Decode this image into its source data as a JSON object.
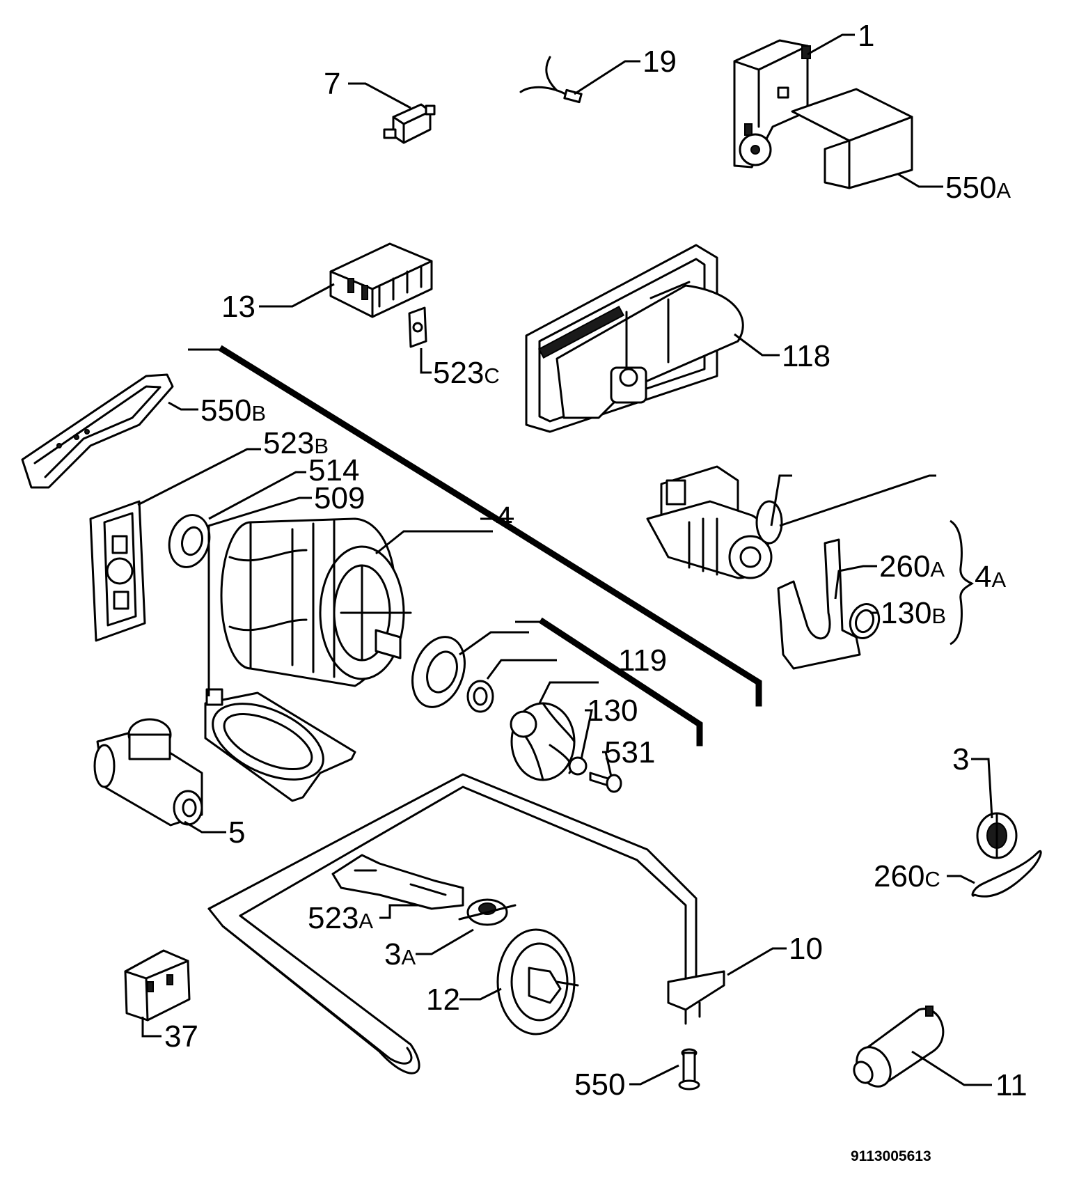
{
  "labels": {
    "l1": {
      "num": "1",
      "suffix": ""
    },
    "l19": {
      "num": "19",
      "suffix": ""
    },
    "l7": {
      "num": "7",
      "suffix": ""
    },
    "l550a": {
      "num": "550",
      "suffix": "A"
    },
    "l13": {
      "num": "13",
      "suffix": ""
    },
    "l523c": {
      "num": "523",
      "suffix": "C"
    },
    "l118": {
      "num": "118",
      "suffix": ""
    },
    "l550b": {
      "num": "550",
      "suffix": "B"
    },
    "l523b": {
      "num": "523",
      "suffix": "B"
    },
    "l514": {
      "num": "514",
      "suffix": ""
    },
    "l509": {
      "num": "509",
      "suffix": ""
    },
    "l4": {
      "num": "4",
      "suffix": ""
    },
    "l260a": {
      "num": "260",
      "suffix": "A"
    },
    "l4a": {
      "num": "4",
      "suffix": "A"
    },
    "l130b": {
      "num": "130",
      "suffix": "B"
    },
    "l119": {
      "num": "119",
      "suffix": ""
    },
    "l130": {
      "num": "130",
      "suffix": ""
    },
    "l531": {
      "num": "531",
      "suffix": ""
    },
    "l5": {
      "num": "5",
      "suffix": ""
    },
    "l3": {
      "num": "3",
      "suffix": ""
    },
    "l260c": {
      "num": "260",
      "suffix": "C"
    },
    "l523a": {
      "num": "523",
      "suffix": "A"
    },
    "l3a": {
      "num": "3",
      "suffix": "A"
    },
    "l10": {
      "num": "10",
      "suffix": ""
    },
    "l12": {
      "num": "12",
      "suffix": ""
    },
    "l37": {
      "num": "37",
      "suffix": ""
    },
    "l550": {
      "num": "550",
      "suffix": ""
    },
    "l11": {
      "num": "11",
      "suffix": ""
    }
  },
  "drawing_code": "9113005613"
}
